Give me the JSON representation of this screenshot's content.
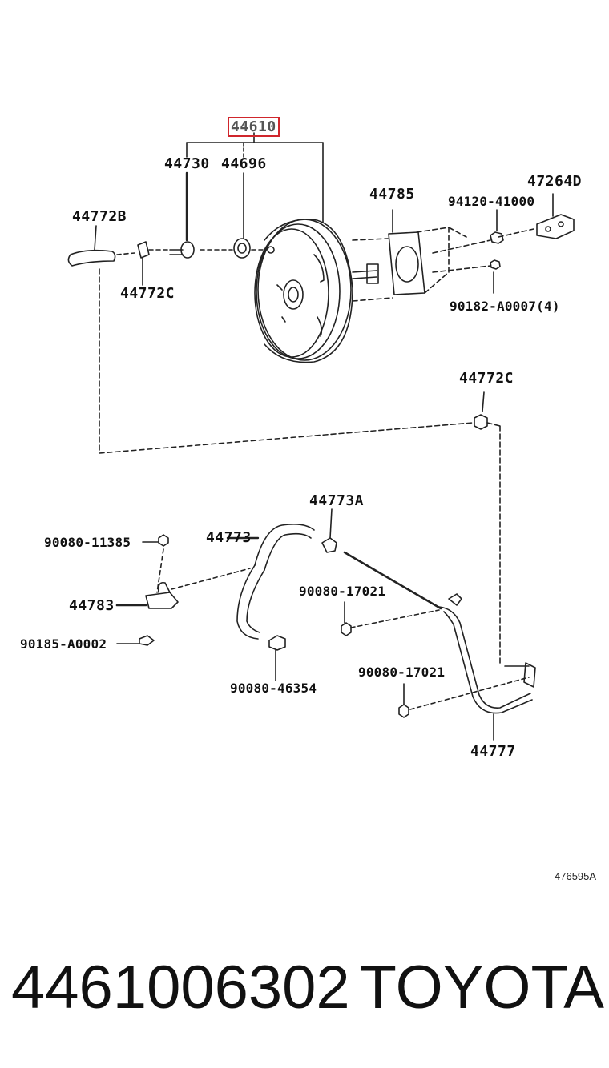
{
  "diagram": {
    "highlighted_part": "44610",
    "labels": {
      "p44730": "44730",
      "p44696": "44696",
      "p44785": "44785",
      "p47264D": "47264D",
      "p94120": "94120-41000",
      "p44772B": "44772B",
      "p44772C_top": "44772C",
      "p90182": "90182-A0007(4)",
      "p44772C_mid": "44772C",
      "p44773A": "44773A",
      "p44773": "44773",
      "p90080_11385": "90080-11385",
      "p44783": "44783",
      "p90185": "90185-A0002",
      "p90080_17021_a": "90080-17021",
      "p90080_46354": "90080-46354",
      "p90080_17021_b": "90080-17021",
      "p44777": "44777"
    },
    "reference_code": "476595A"
  },
  "footer": {
    "part_number": "4461006302",
    "brand": "TOYOTA"
  }
}
